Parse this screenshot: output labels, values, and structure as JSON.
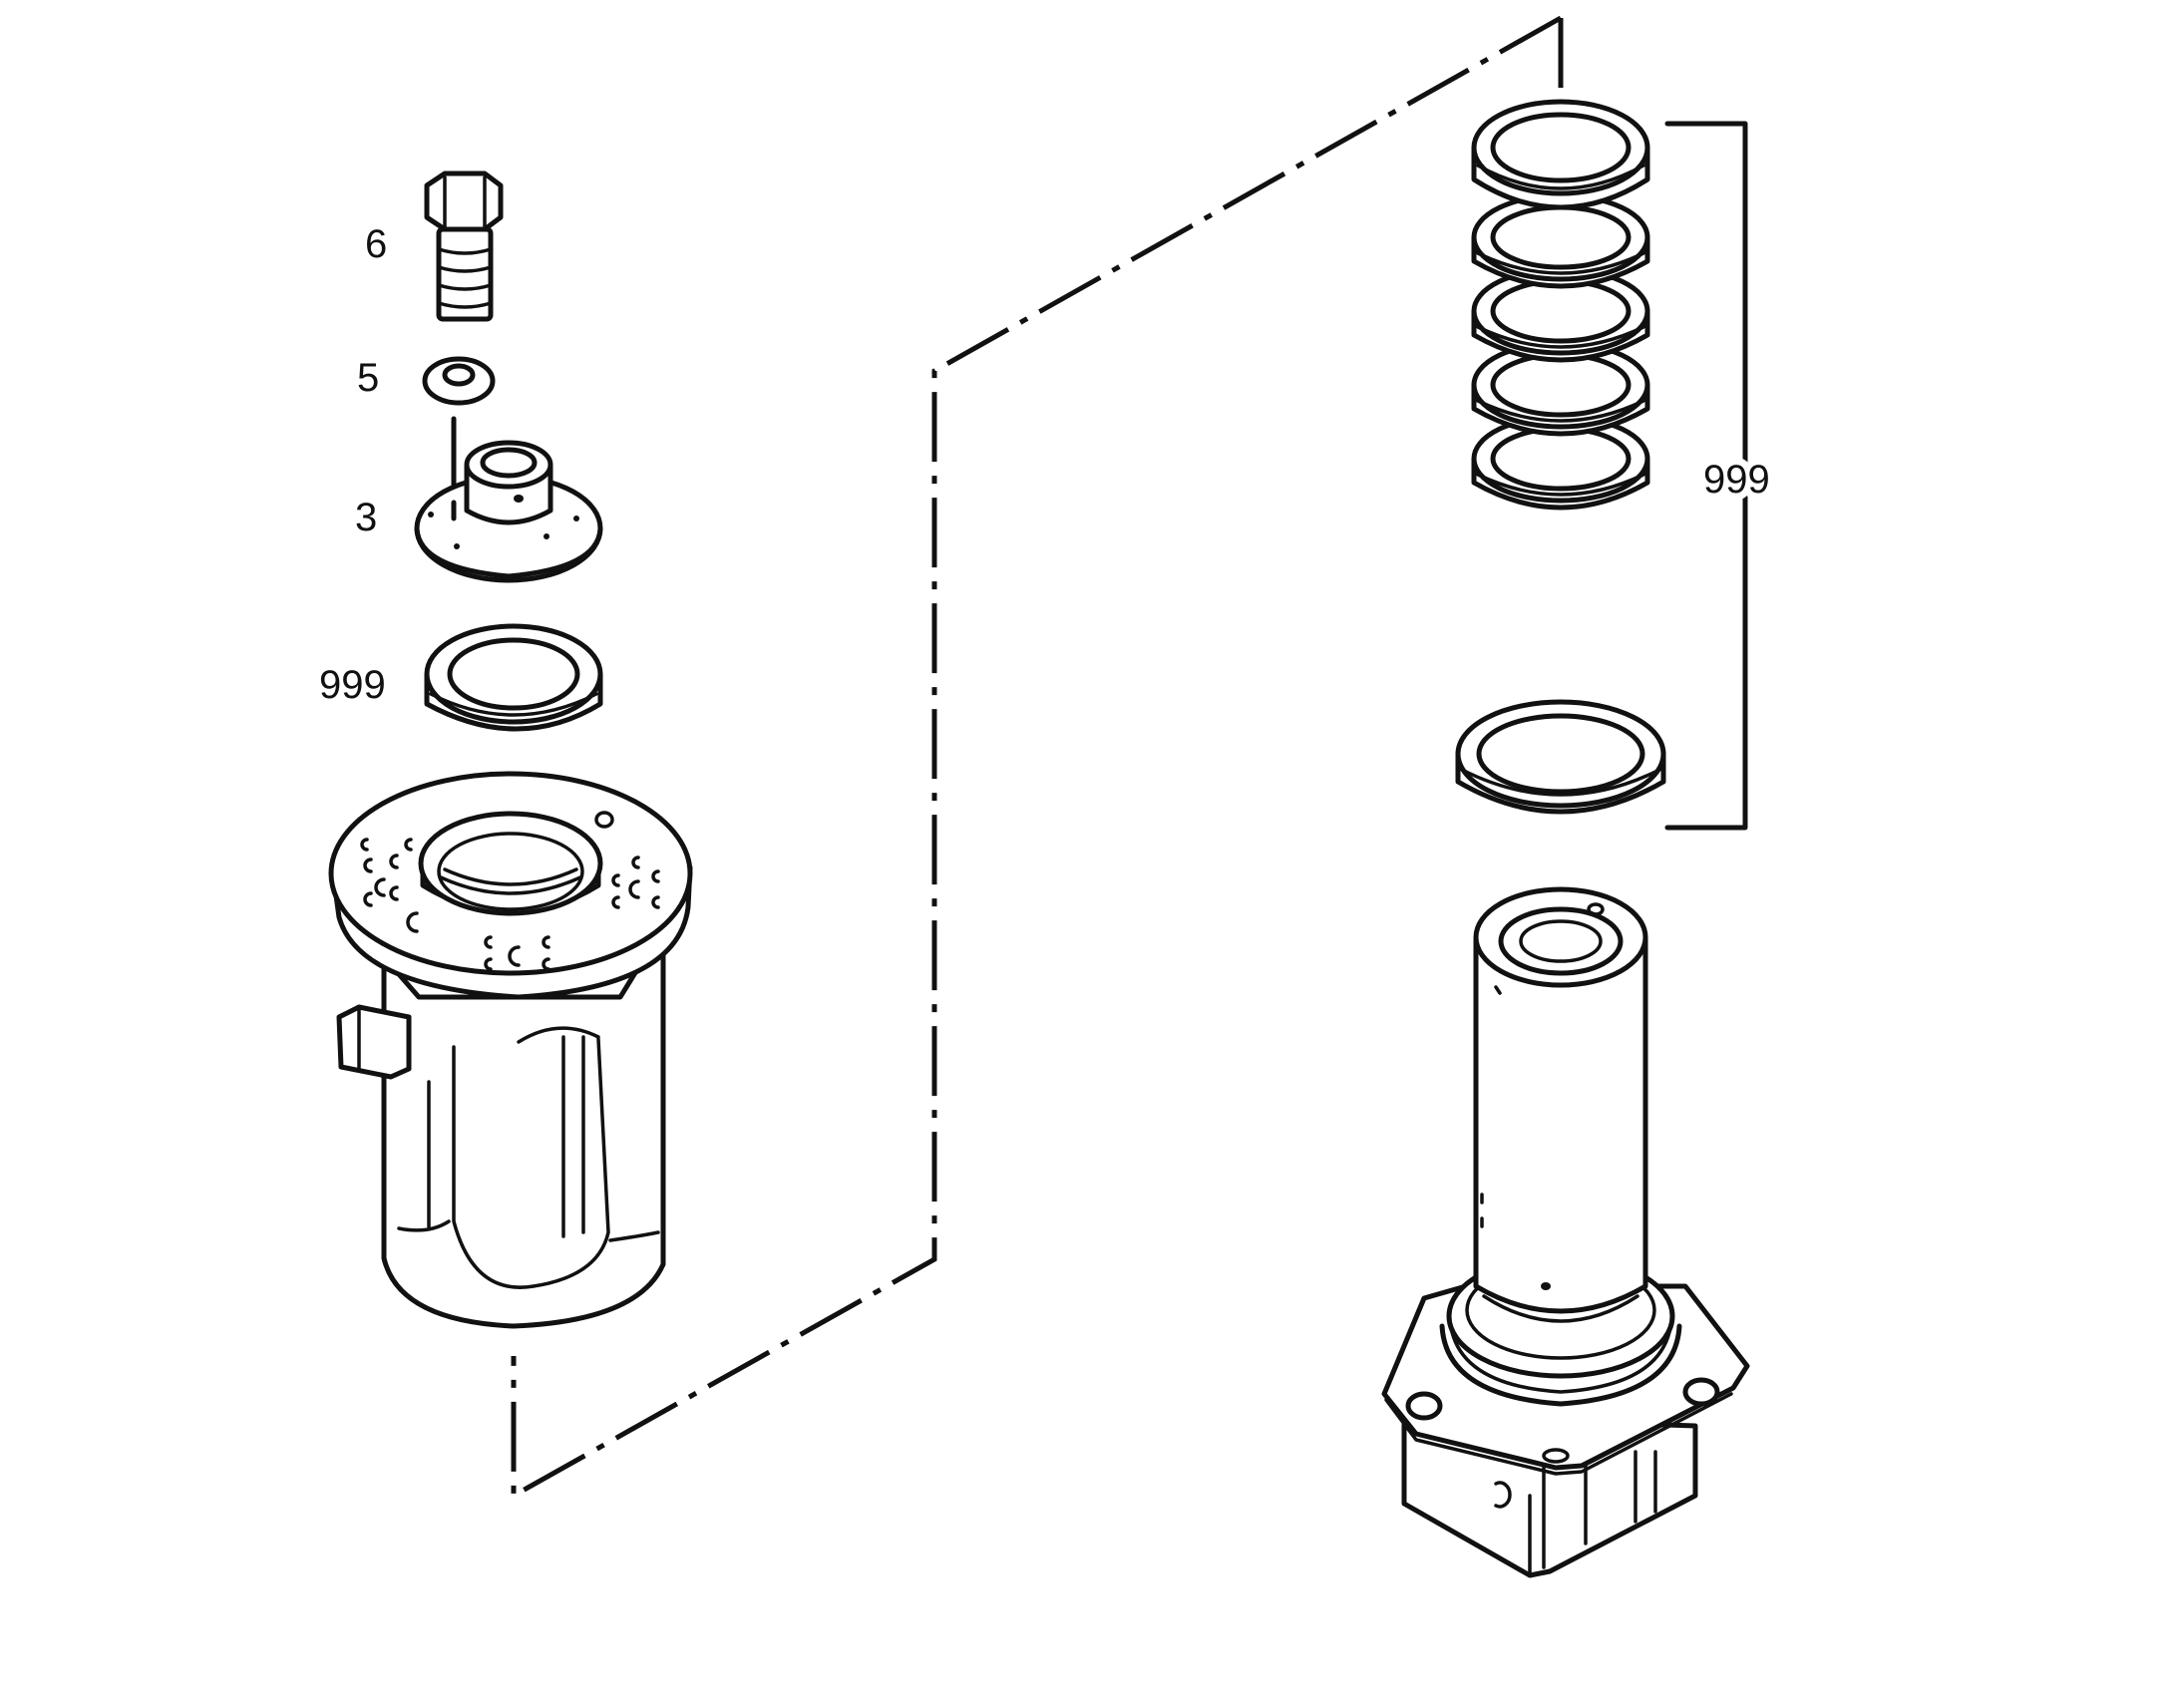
{
  "colors": {
    "ink": "#111111",
    "paper": "#ffffff"
  },
  "labels": {
    "bolt": "6",
    "washer": "5",
    "cap": "3",
    "seal_left": "999",
    "seal_kit_right": "999"
  }
}
